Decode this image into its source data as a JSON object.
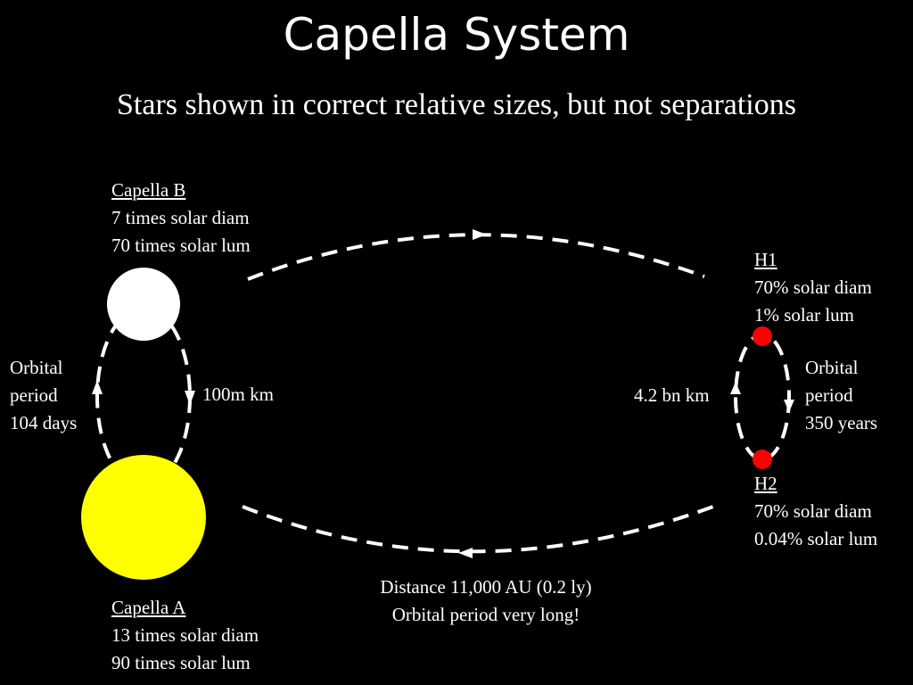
{
  "title": "Capella System",
  "subtitle": "Stars shown in correct relative sizes, but not separations",
  "capella_b": {
    "name": "Capella B",
    "diam": "7 times solar diam",
    "lum": "70 times solar lum"
  },
  "capella_a": {
    "name": "Capella A",
    "diam": "13 times solar diam",
    "lum": "90 times solar lum"
  },
  "h1": {
    "name": "H1",
    "diam": "70% solar diam",
    "lum": "1% solar lum"
  },
  "h2": {
    "name": "H2",
    "diam": "70% solar diam",
    "lum": "0.04% solar lum"
  },
  "left_orbit": {
    "line1": "Orbital",
    "line2": "period",
    "line3": "104 days",
    "separation": "100m km"
  },
  "right_orbit": {
    "line1": "Orbital",
    "line2": "period",
    "line3": "350 years",
    "separation": "4.2 bn km"
  },
  "outer_orbit": {
    "distance": "Distance 11,000 AU (0.2 ly)",
    "period": "Orbital period very long!"
  },
  "colors": {
    "capella_a": "#ffff00",
    "capella_b": "#ffffff",
    "red_dwarfs": "#ff0000",
    "background": "#000000",
    "orbit": "#ffffff"
  }
}
